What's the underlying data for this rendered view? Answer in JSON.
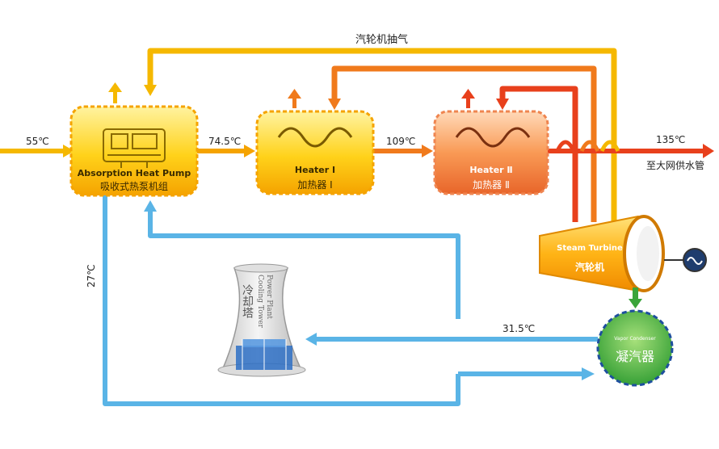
{
  "labels": {
    "extraction": "汽轮机抽气",
    "t_in": "55℃",
    "t_hp_out": "74.5℃",
    "t_h1_out": "109℃",
    "t_out": "135℃",
    "to_grid": "至大网供水管",
    "t_return": "27℃",
    "t_condenser": "31.5℃"
  },
  "heat_pump": {
    "title": "Absorption Heat Pump",
    "subtitle": "吸收式热泵机组"
  },
  "heater1": {
    "title": "Heater Ⅰ",
    "subtitle": "加热器 Ⅰ"
  },
  "heater2": {
    "title": "Heater Ⅱ",
    "subtitle": "加热器 Ⅱ"
  },
  "turbine": {
    "title": "Steam Turbine",
    "subtitle": "汽轮机"
  },
  "condenser": {
    "title": "Vapor Condenser",
    "subtitle": "凝汽器"
  },
  "cooling_tower": {
    "title_en": "Power Plant Cooling Tower",
    "title_cn": "冷却塔"
  },
  "colors": {
    "hot_red": "#e8401c",
    "warm_orange": "#f07a1c",
    "yellow": "#f5b800",
    "cool_blue": "#5ab4e6",
    "green": "#3aa43a"
  }
}
